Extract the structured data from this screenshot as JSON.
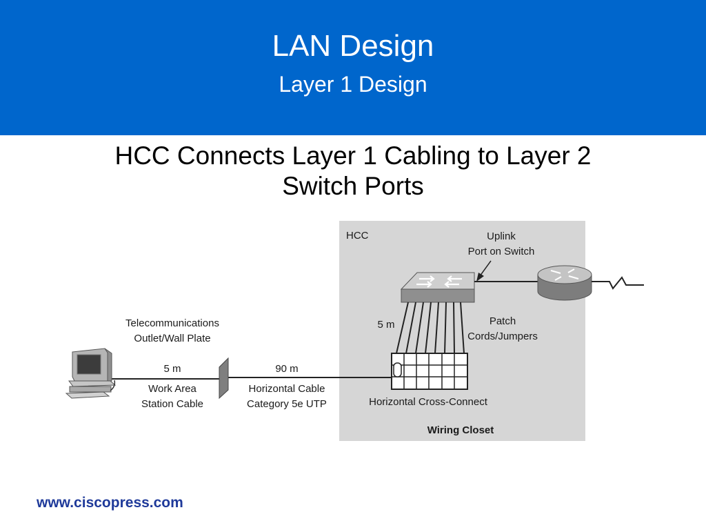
{
  "header": {
    "title": "LAN Design",
    "subtitle": "Layer 1 Design"
  },
  "headline": {
    "line1": "HCC Connects Layer 1 Cabling to Layer 2",
    "line2": "Switch Ports"
  },
  "diagram": {
    "hcc_label": "HCC",
    "uplink_label_1": "Uplink",
    "uplink_label_2": "Port on Switch",
    "patch_label_1": "Patch",
    "patch_label_2": "Cords/Jumpers",
    "patch_length": "5 m",
    "outlet_label_1": "Telecommunications",
    "outlet_label_2": "Outlet/Wall Plate",
    "work_area_length": "5 m",
    "work_area_label_1": "Work Area",
    "work_area_label_2": "Station Cable",
    "horizontal_length": "90 m",
    "horizontal_label_1": "Horizontal Cable",
    "horizontal_label_2": "Category 5e UTP",
    "cross_connect_label": "Horizontal Cross-Connect",
    "wiring_closet_label": "Wiring Closet",
    "colors": {
      "banner": "#0066cc",
      "closet_bg": "#d6d6d6",
      "footer_url": "#1f3a9a"
    },
    "icons": [
      "workstation-icon",
      "wall-plate-icon",
      "switch-icon",
      "router-icon",
      "patch-panel-icon",
      "wan-link-icon"
    ]
  },
  "footer": {
    "url": "www.ciscopress.com"
  }
}
